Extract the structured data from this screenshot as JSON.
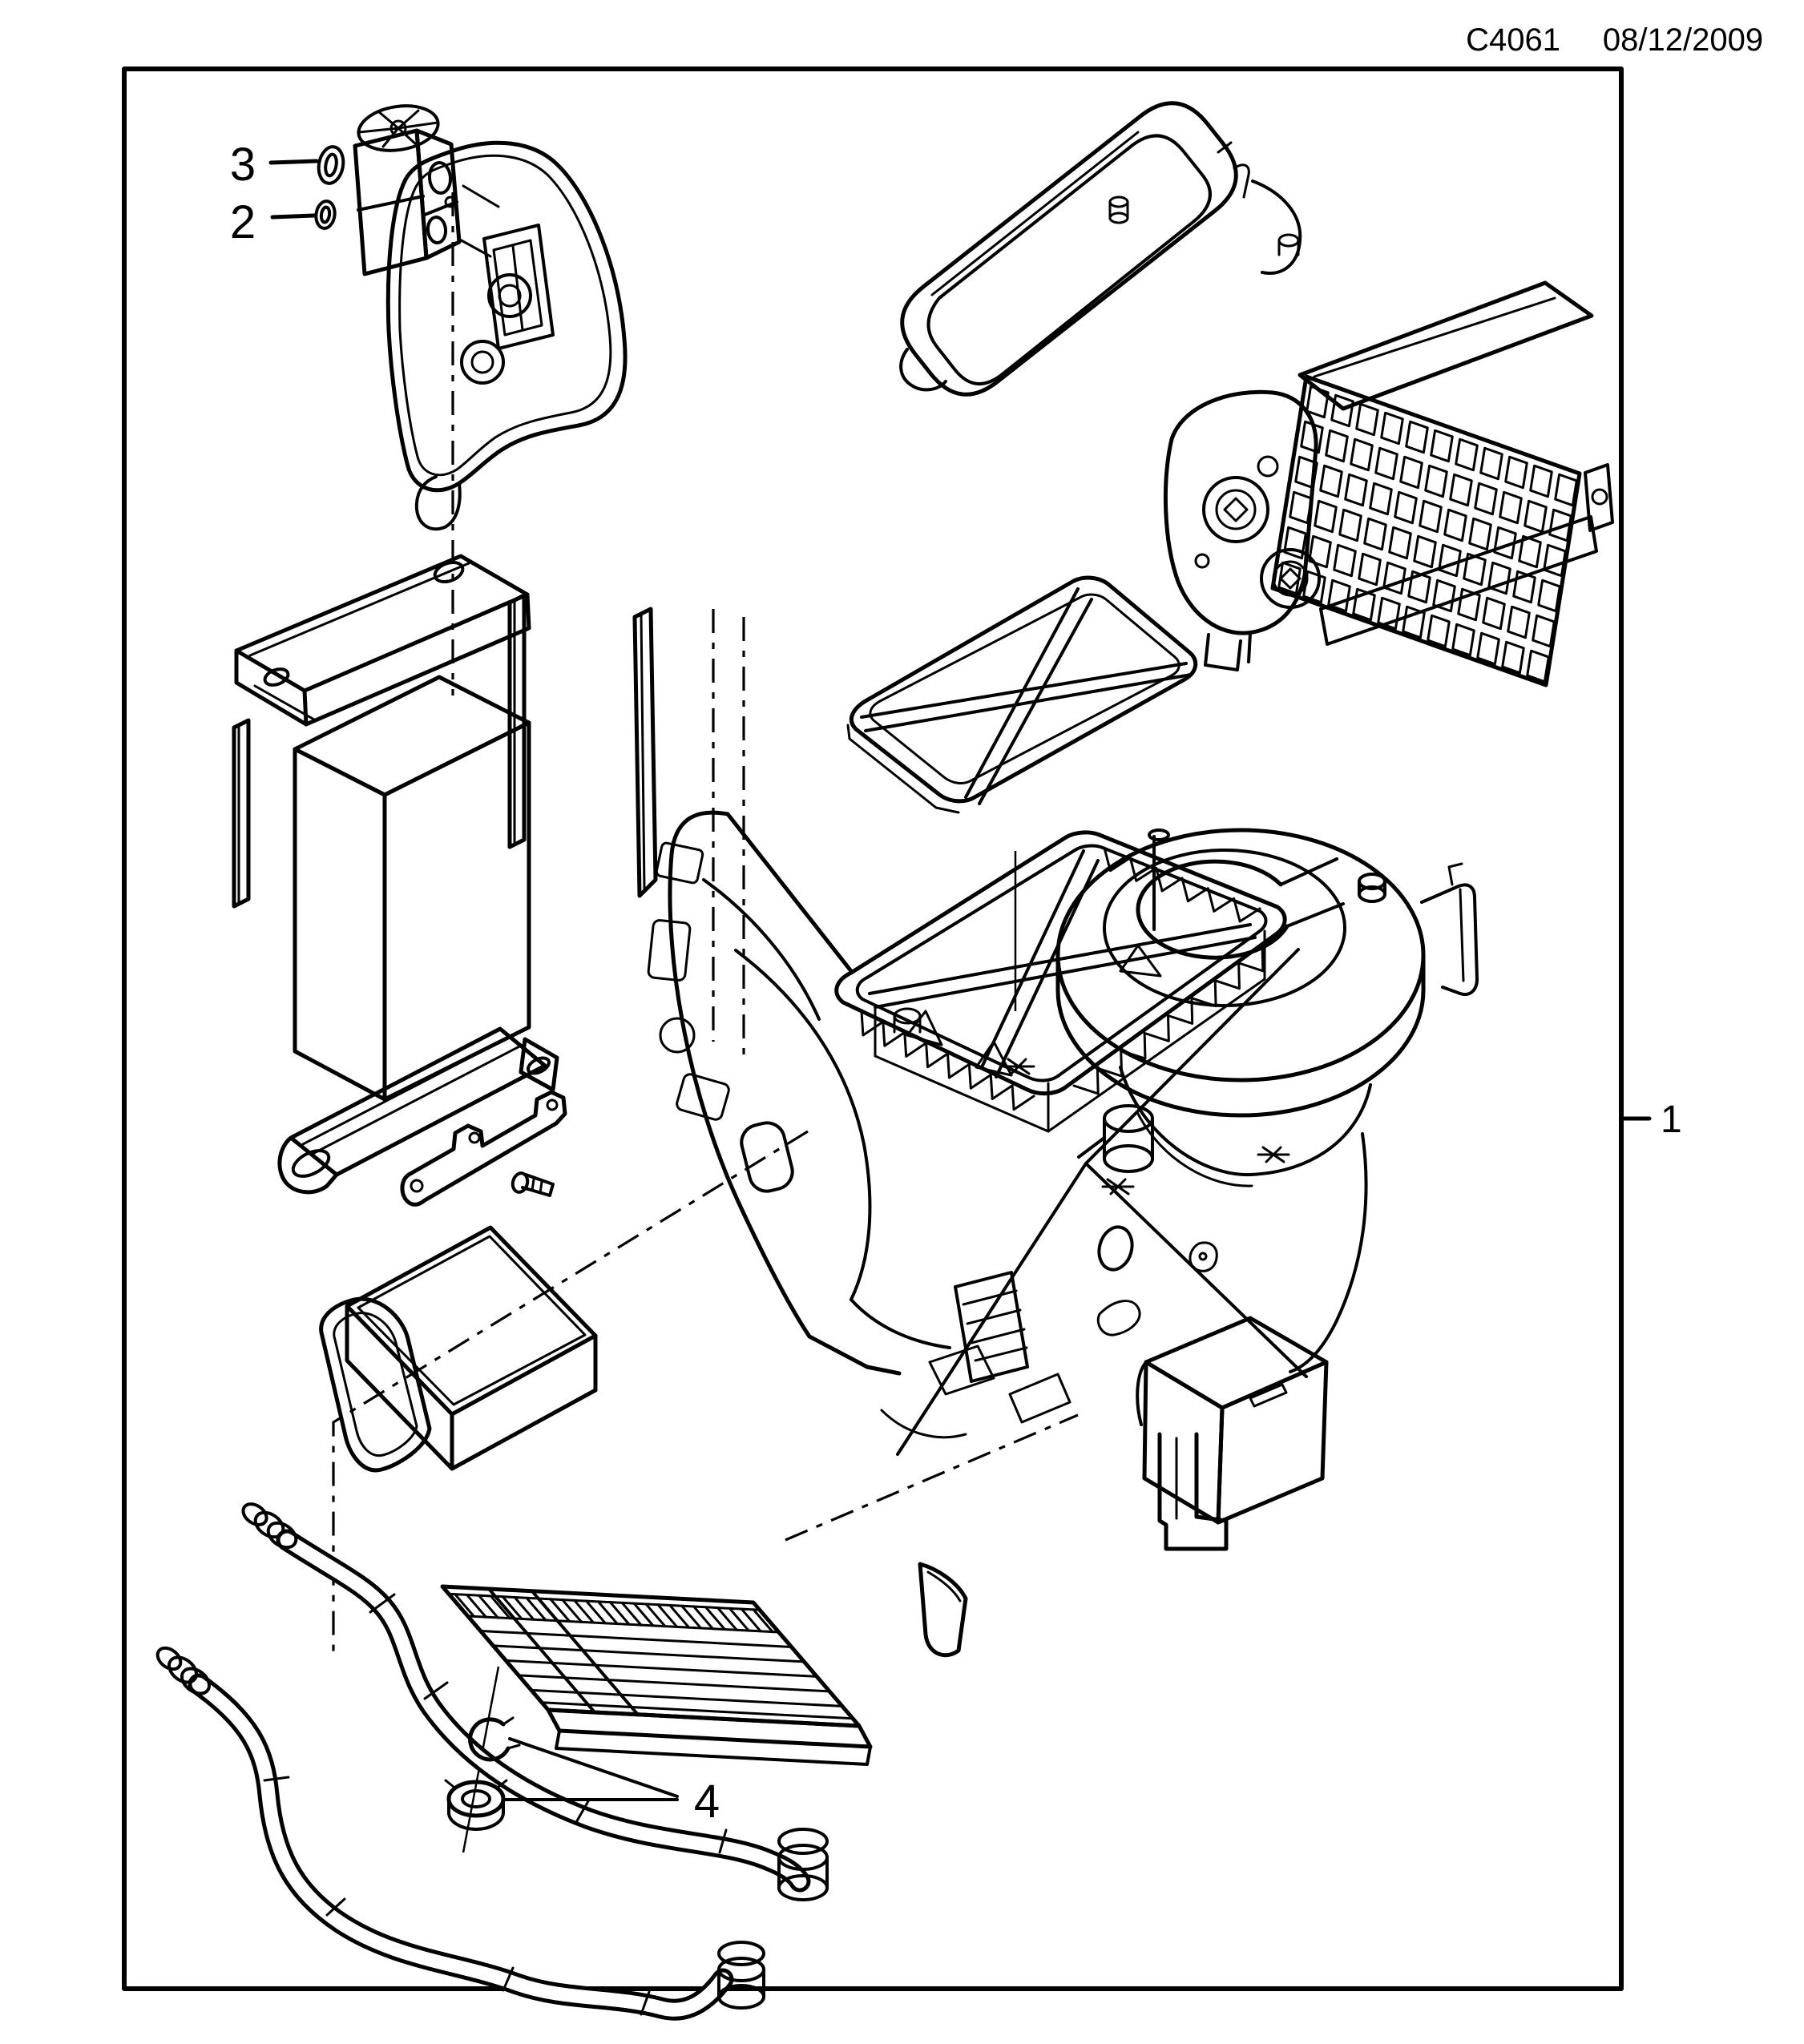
{
  "header": {
    "code": "C4061",
    "date": "08/12/2009"
  },
  "callouts": [
    {
      "num": "1"
    },
    {
      "num": "2"
    },
    {
      "num": "3"
    },
    {
      "num": "4"
    }
  ],
  "colors": {
    "line": "#000000",
    "background": "#ffffff"
  }
}
